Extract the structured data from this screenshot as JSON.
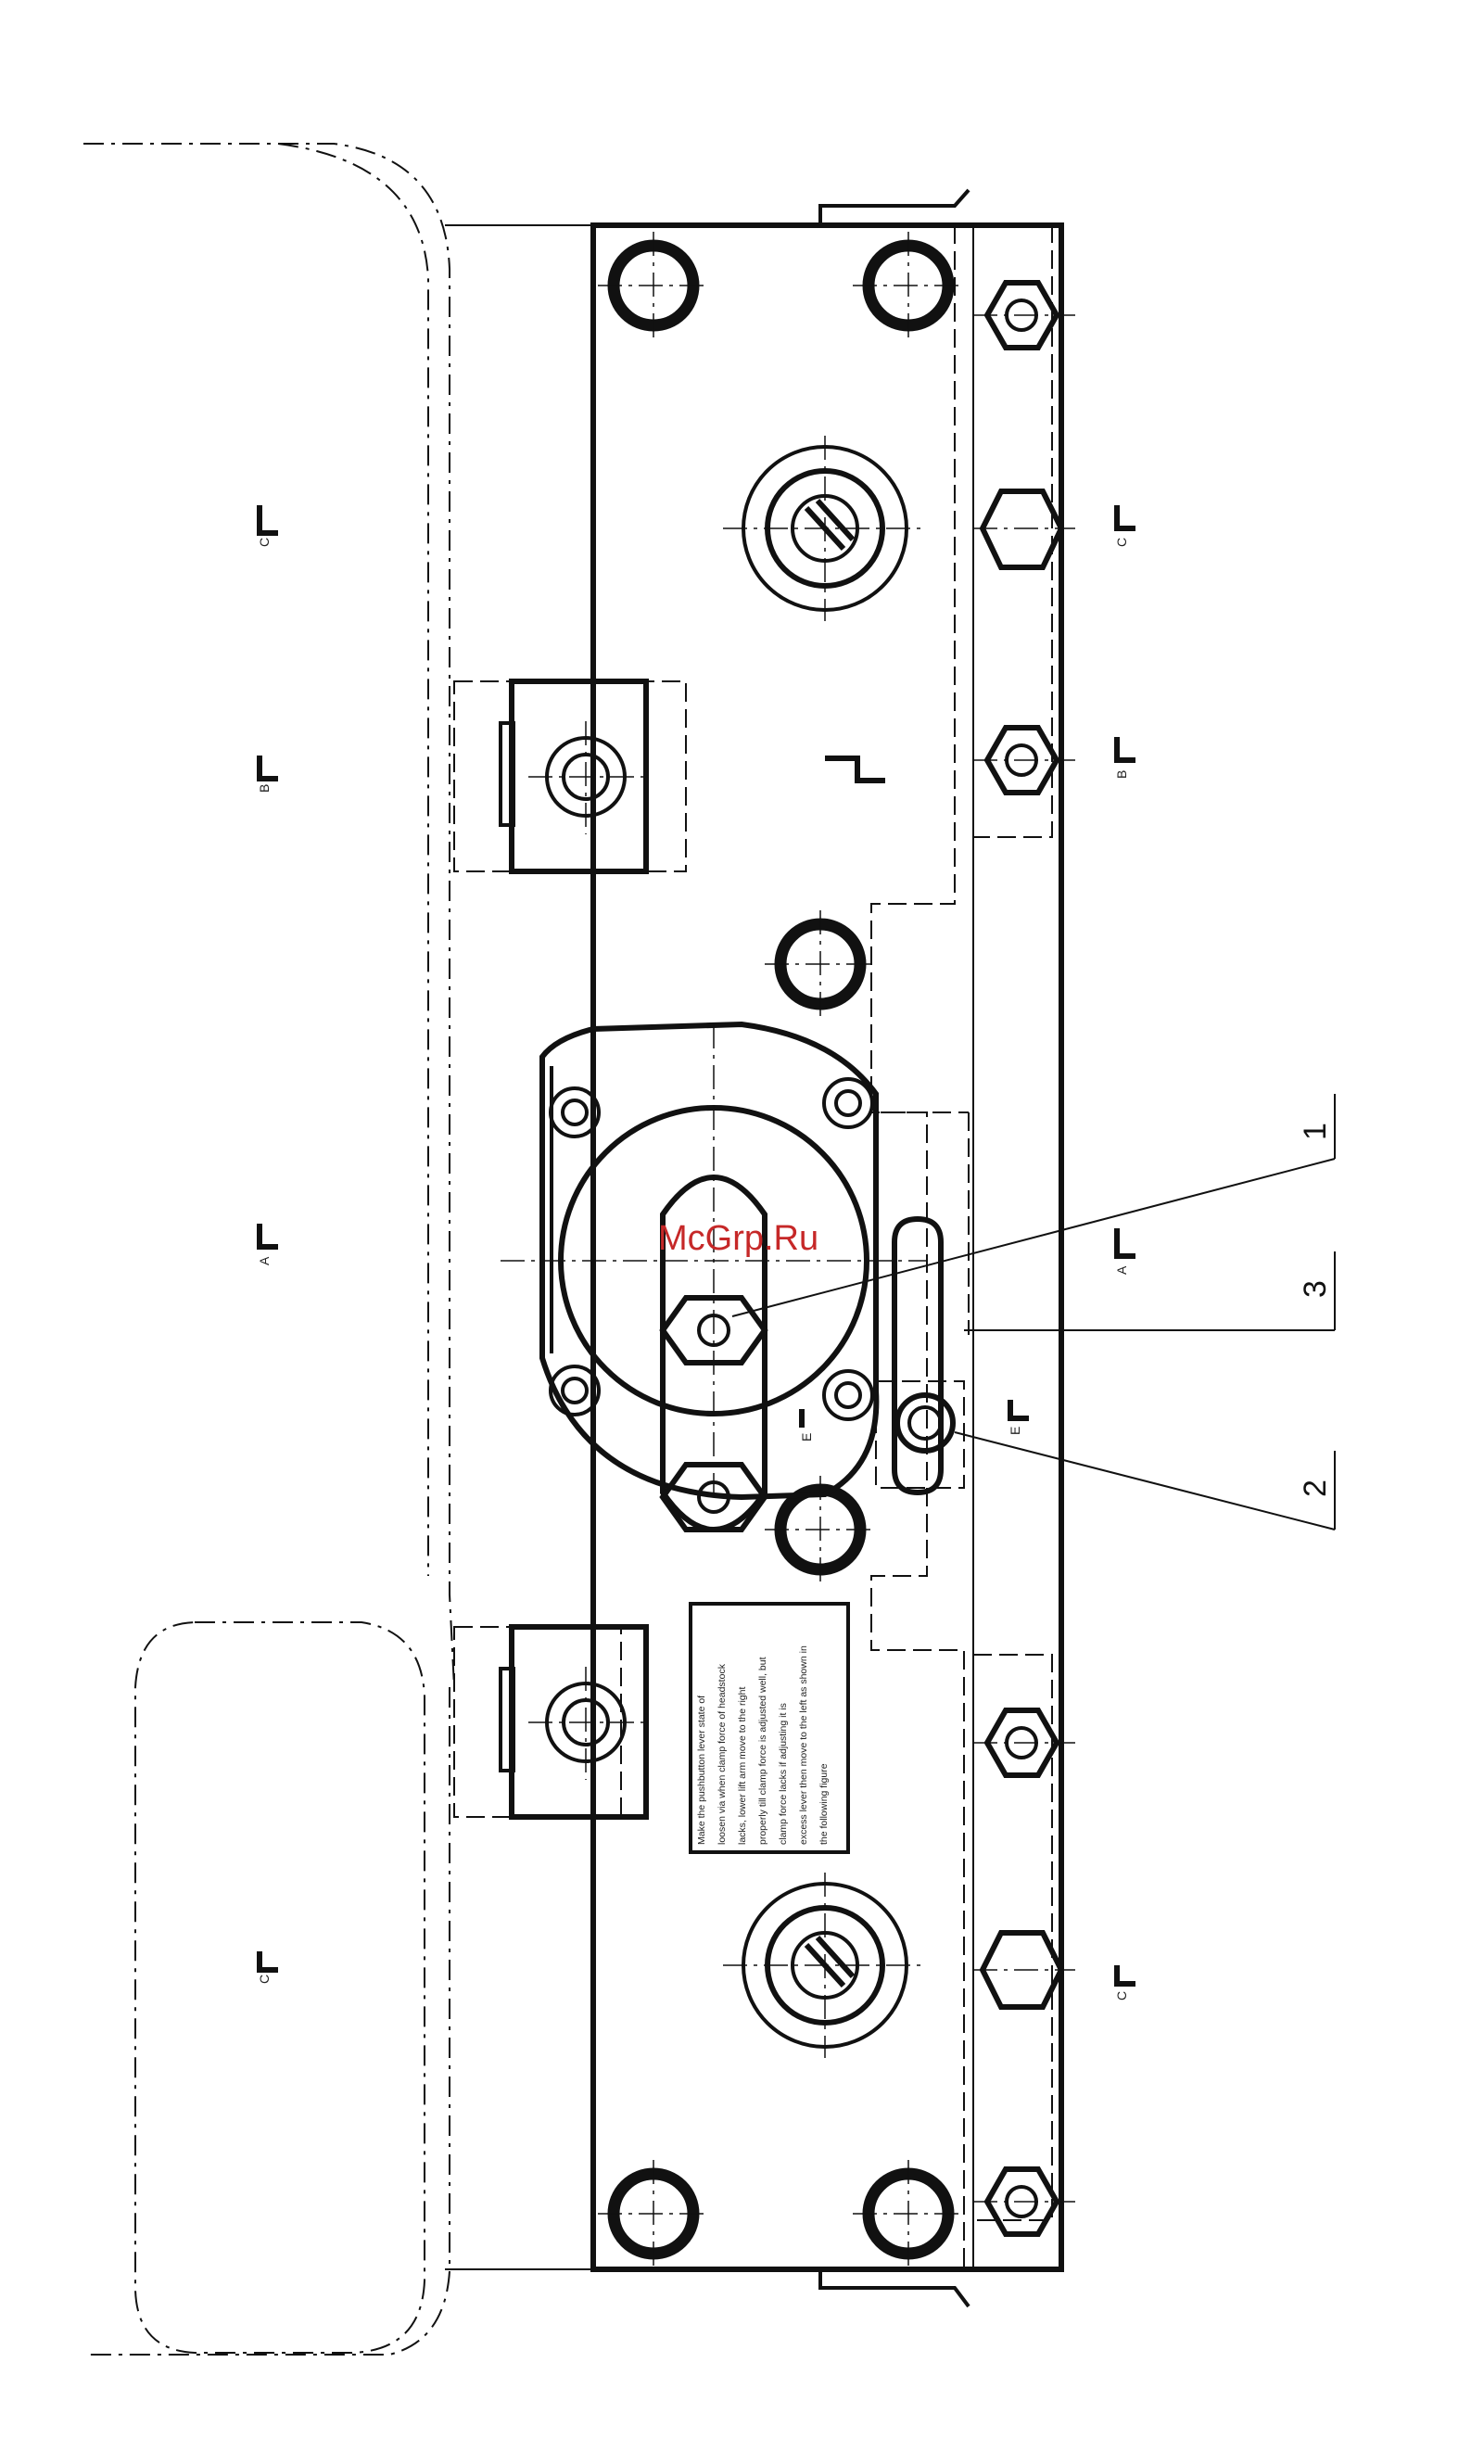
{
  "watermark": "McGrp.Ru",
  "callouts": [
    {
      "id": "1",
      "label": "1"
    },
    {
      "id": "3",
      "label": "3"
    },
    {
      "id": "2",
      "label": "2"
    }
  ],
  "note_lines": [
    "Make the pushbutton lever state of",
    "loosen via when clamp force of headstock",
    "lacks, lower lift arm move to the right",
    "properly till clamp force is adjusted well, but",
    "clamp force lacks if adjusting it is",
    "excess lever then move to the left as shown in",
    "the following figure"
  ],
  "section_marks": [
    {
      "id": "c-left-top",
      "letter": "C"
    },
    {
      "id": "b-left",
      "letter": "B"
    },
    {
      "id": "a-left",
      "letter": "A"
    },
    {
      "id": "c-left-bottom",
      "letter": "C"
    },
    {
      "id": "c-right-top",
      "letter": "C"
    },
    {
      "id": "b-right",
      "letter": "B"
    },
    {
      "id": "a-right",
      "letter": "A"
    },
    {
      "id": "e-mid",
      "letter": "E"
    },
    {
      "id": "e-right",
      "letter": "E"
    },
    {
      "id": "c-right-bottom",
      "letter": "C"
    }
  ],
  "colors": {
    "line": "#111111",
    "watermark": "#c62828",
    "paper": "#ffffff"
  }
}
